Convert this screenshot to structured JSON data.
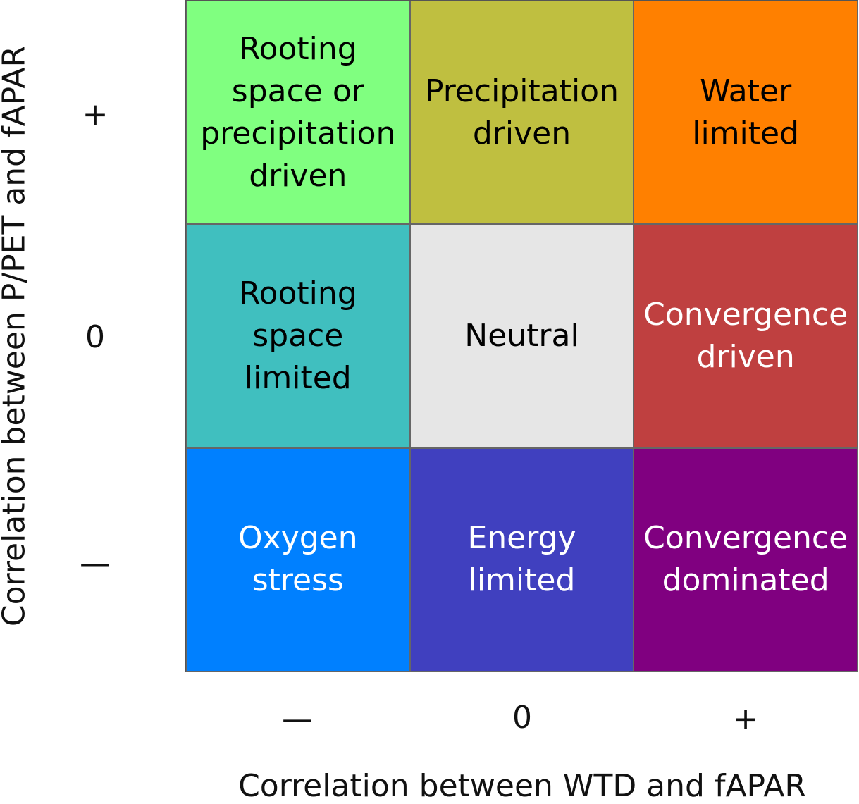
{
  "colors": {
    "row0": [
      "#80FF80",
      "#BFBF40",
      "#FF8000"
    ],
    "row1": [
      "#40BFBF",
      "#E6E6E6",
      "#BF4040"
    ],
    "row2": [
      "#0080FF",
      "#4040BF",
      "#800080"
    ]
  },
  "cells": [
    [
      {
        "label": "Rooting\nspace or\nprecipitation\ndriven",
        "text_color": "#000000"
      },
      {
        "label": "Precipitation\ndriven",
        "text_color": "#000000"
      },
      {
        "label": "Water\nlimited",
        "text_color": "#000000"
      }
    ],
    [
      {
        "label": "Rooting\nspace\nlimited",
        "text_color": "#000000"
      },
      {
        "label": "Neutral",
        "text_color": "#000000"
      },
      {
        "label": "Convergence\ndriven",
        "text_color": "#FFFFFF"
      }
    ],
    [
      {
        "label": "Oxygen\nstress",
        "text_color": "#FFFFFF"
      },
      {
        "label": "Energy\nlimited",
        "text_color": "#FFFFFF"
      },
      {
        "label": "Convergence\ndominated",
        "text_color": "#FFFFFF"
      }
    ]
  ],
  "y_axis": {
    "label": "Correlation between P/PET and fAPAR",
    "ticks": [
      "+",
      "0",
      "—"
    ]
  },
  "x_axis": {
    "label": "Correlation between WTD and fAPAR",
    "ticks": [
      "—",
      "0",
      "+"
    ]
  }
}
